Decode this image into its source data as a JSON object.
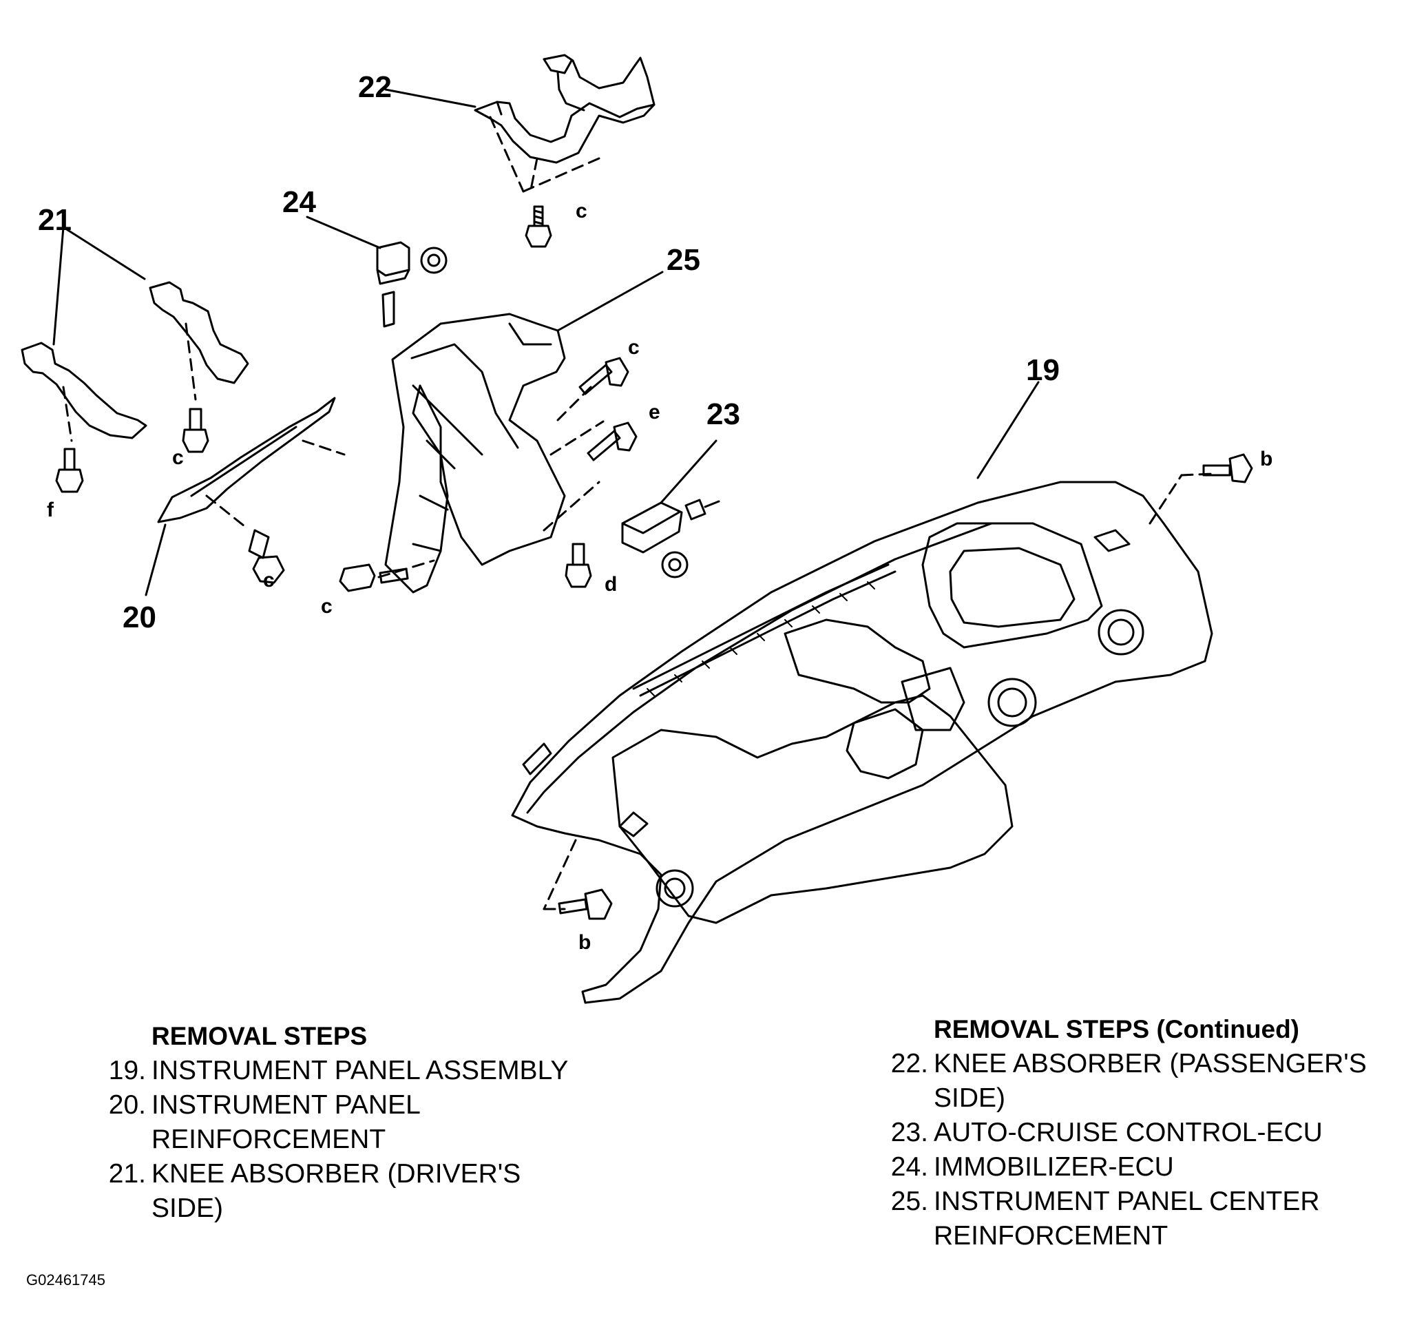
{
  "callouts": {
    "c19": "19",
    "c20": "20",
    "c21": "21",
    "c22": "22",
    "c23": "23",
    "c24": "24",
    "c25": "25"
  },
  "fasteners": {
    "b_right": "b",
    "b_bottom": "b",
    "c_top": "c",
    "c_mid": "c",
    "c_left": "c",
    "c_lower": "c",
    "c_bottom": "c",
    "d": "d",
    "e": "e",
    "f": "f"
  },
  "removal_steps": {
    "heading": "REMOVAL STEPS",
    "items": [
      {
        "num": "19.",
        "lines": [
          "INSTRUMENT PANEL ASSEMBLY"
        ]
      },
      {
        "num": "20.",
        "lines": [
          "INSTRUMENT PANEL",
          "REINFORCEMENT"
        ]
      },
      {
        "num": "21.",
        "lines": [
          "KNEE ABSORBER (DRIVER'S",
          "SIDE)"
        ]
      }
    ]
  },
  "removal_steps_continued": {
    "heading": "REMOVAL STEPS (Continued)",
    "items": [
      {
        "num": "22.",
        "lines": [
          "KNEE ABSORBER (PASSENGER'S",
          "SIDE)"
        ]
      },
      {
        "num": "23.",
        "lines": [
          "AUTO-CRUISE CONTROL-ECU"
        ]
      },
      {
        "num": "24.",
        "lines": [
          "IMMOBILIZER-ECU"
        ]
      },
      {
        "num": "25.",
        "lines": [
          "INSTRUMENT PANEL CENTER",
          "REINFORCEMENT"
        ]
      }
    ]
  },
  "figure_id": "G02461745"
}
